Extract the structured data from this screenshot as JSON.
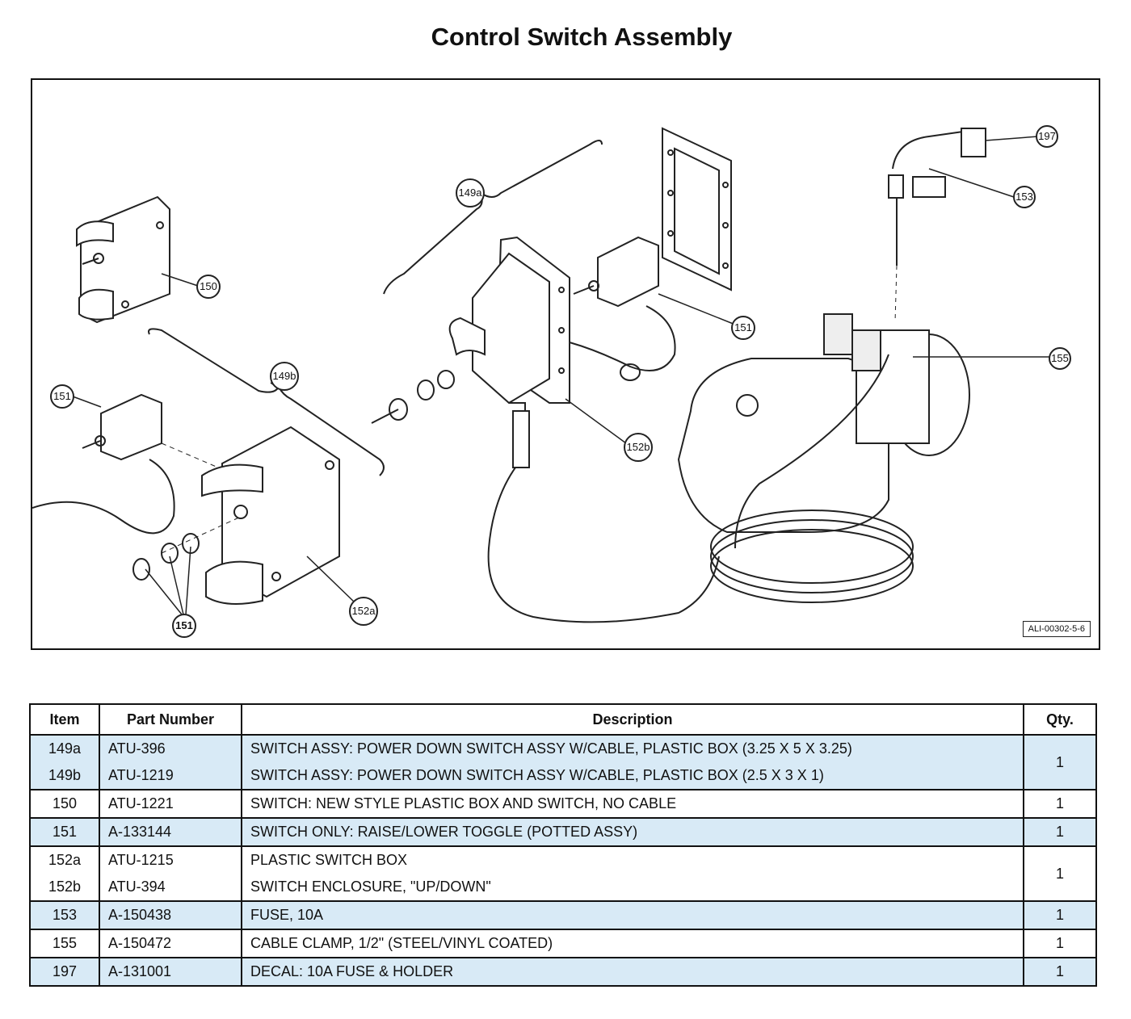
{
  "title": "Control Switch Assembly",
  "diagram": {
    "reference": "ALI-00302-5-6",
    "callouts": [
      "150",
      "149a",
      "151",
      "149b",
      "152a",
      "151",
      "152b",
      "151",
      "197",
      "153",
      "155"
    ]
  },
  "table": {
    "headers": {
      "item": "Item",
      "part_number": "Part Number",
      "description": "Description",
      "qty": "Qty."
    },
    "rows": [
      {
        "item": "149a",
        "part_number": "ATU-396",
        "description": "SWITCH ASSY: POWER DOWN SWITCH ASSY W/CABLE, PLASTIC BOX (3.25 X 5 X 3.25)",
        "qty": "1"
      },
      {
        "item": "149b",
        "part_number": "ATU-1219",
        "description": "SWITCH ASSY: POWER DOWN SWITCH ASSY W/CABLE, PLASTIC BOX (2.5 X 3 X 1)",
        "qty": ""
      },
      {
        "item": "150",
        "part_number": "ATU-1221",
        "description": "SWITCH: NEW STYLE PLASTIC BOX AND SWITCH, NO CABLE",
        "qty": "1"
      },
      {
        "item": "151",
        "part_number": "A-133144",
        "description": "SWITCH ONLY: RAISE/LOWER TOGGLE (POTTED ASSY)",
        "qty": "1"
      },
      {
        "item": "152a",
        "part_number": "ATU-1215",
        "description": "PLASTIC SWITCH BOX",
        "qty": "1"
      },
      {
        "item": "152b",
        "part_number": "ATU-394",
        "description": "SWITCH ENCLOSURE, \"UP/DOWN\"",
        "qty": ""
      },
      {
        "item": "153",
        "part_number": "A-150438",
        "description": "FUSE, 10A",
        "qty": "1"
      },
      {
        "item": "155",
        "part_number": "A-150472",
        "description": "CABLE CLAMP, 1/2\" (STEEL/VINYL COATED)",
        "qty": "1"
      },
      {
        "item": "197",
        "part_number": "A-131001",
        "description": "DECAL: 10A FUSE & HOLDER",
        "qty": "1"
      }
    ]
  }
}
